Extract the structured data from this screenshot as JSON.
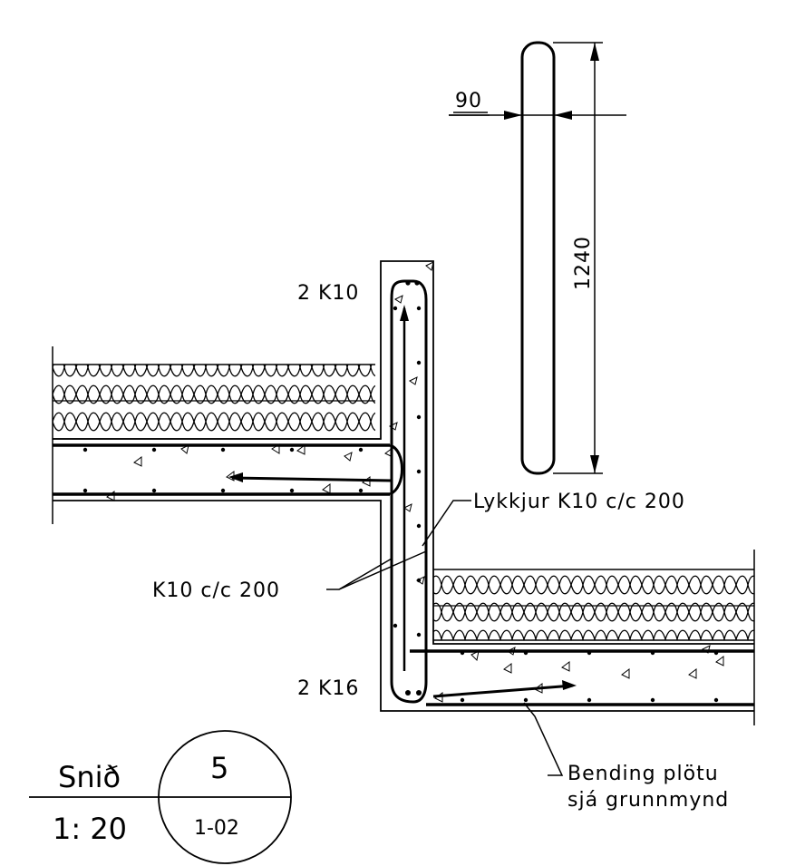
{
  "dimensions": {
    "width_label": "90",
    "length_label": "1240"
  },
  "labels": {
    "top_bars": "2 K10",
    "bottom_bars": "2 K16",
    "loops": "Lykkjur K10 c/c 200",
    "stirrups": "K10 c/c 200",
    "slab_bending_line1": "Bending plötu",
    "slab_bending_line2": "sjá grunnmynd"
  },
  "title_block": {
    "section_label": "Snið",
    "scale": "1: 20",
    "detail_number": "5",
    "sheet_ref": "1-02"
  },
  "colors": {
    "line": "#000000",
    "background": "#ffffff"
  }
}
